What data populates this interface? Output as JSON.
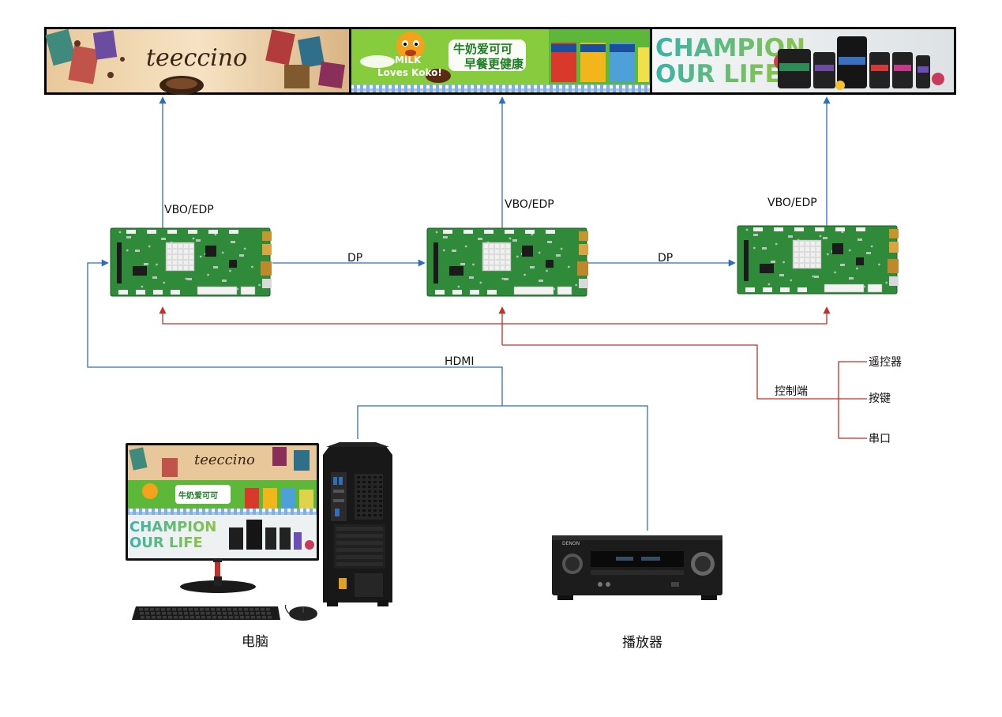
{
  "banners": {
    "left": {
      "brand": "teeccino"
    },
    "middle": {
      "milk_text": "MILK",
      "slogan": "Loves Koko!",
      "cn_line1": "牛奶爱可可",
      "cn_line2": "早餐更健康"
    },
    "right": {
      "line1": "CHAMPION",
      "line2": "OUR LIFE"
    }
  },
  "connections": {
    "vbo_edp_1": "VBO/EDP",
    "vbo_edp_2": "VBO/EDP",
    "vbo_edp_3": "VBO/EDP",
    "dp_1": "DP",
    "dp_2": "DP",
    "hdmi": "HDMI",
    "control_end": "控制端"
  },
  "control_options": [
    "遥控器",
    "按键",
    "串口"
  ],
  "devices": {
    "computer": "电脑",
    "player": "播放器"
  },
  "colors": {
    "signal_line": "#2f6fb8",
    "control_line": "#c0312b",
    "pcb_green": "#2f8a3a",
    "heatsink": "#dcdcdc"
  }
}
